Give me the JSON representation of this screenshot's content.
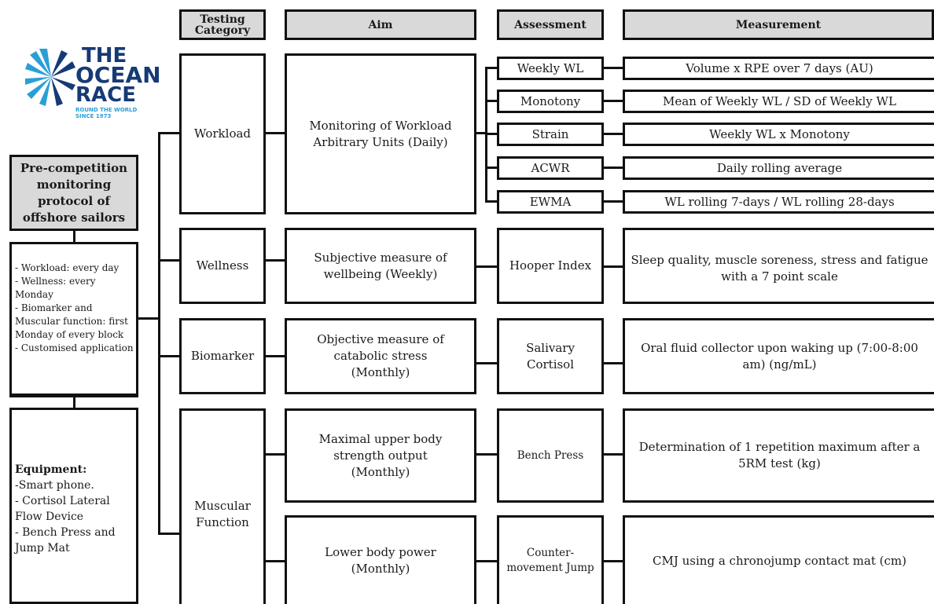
{
  "logo": {
    "line1": "THE",
    "line2": "OCEAN",
    "line3": "RACE",
    "sub1": "ROUND THE WORLD",
    "sub2": "SINCE 1973",
    "color_primary": "#163a75",
    "color_accent": "#2a9fd6"
  },
  "headers": {
    "category": "Testing Category",
    "aim": "Aim",
    "assessment": "Assessment",
    "measurement": "Measurement"
  },
  "protocol": {
    "title": "Pre-competition monitoring protocol of offshore sailors"
  },
  "schedule": {
    "lines": [
      "- Workload: every day",
      "- Wellness: every Monday",
      "- Biomarker and Muscular function: first Monday of every block",
      "- Customised application"
    ]
  },
  "equipment": {
    "title": "Equipment:",
    "lines": [
      "-Smart phone.",
      "- Cortisol Lateral Flow Device",
      "- Bench Press and Jump Mat"
    ]
  },
  "categories": {
    "workload": "Workload",
    "wellness": "Wellness",
    "biomarker": "Biomarker",
    "muscular": "Muscular Function"
  },
  "aims": {
    "workload": "Monitoring of Workload Arbitrary Units (Daily)",
    "wellness": "Subjective measure of wellbeing (Weekly)",
    "biomarker": "Objective measure of catabolic stress (Monthly)",
    "upper": "Maximal upper body strength output (Monthly)",
    "lower": "Lower body power (Monthly)"
  },
  "assessments": {
    "weekly_wl": "Weekly WL",
    "monotony": "Monotony",
    "strain": "Strain",
    "acwr": "ACWR",
    "ewma": "EWMA",
    "hooper": "Hooper Index",
    "cortisol": "Salivary Cortisol",
    "bench": "Bench Press",
    "cmj": "Counter-movement Jump"
  },
  "measurements": {
    "weekly_wl": "Volume x RPE over 7 days (AU)",
    "monotony": "Mean of Weekly WL / SD of Weekly WL",
    "strain": "Weekly WL x Monotony",
    "acwr": "Daily rolling average",
    "ewma": "WL rolling 7-days / WL rolling 28-days",
    "hooper": "Sleep quality, muscle soreness, stress and fatigue with a 7 point scale",
    "cortisol": "Oral fluid collector upon waking up (7:00-8:00 am) (ng/mL)",
    "bench": "Determination of 1 repetition maximum after a 5RM test (kg)",
    "cmj": "CMJ using a chronojump contact mat (cm)"
  }
}
